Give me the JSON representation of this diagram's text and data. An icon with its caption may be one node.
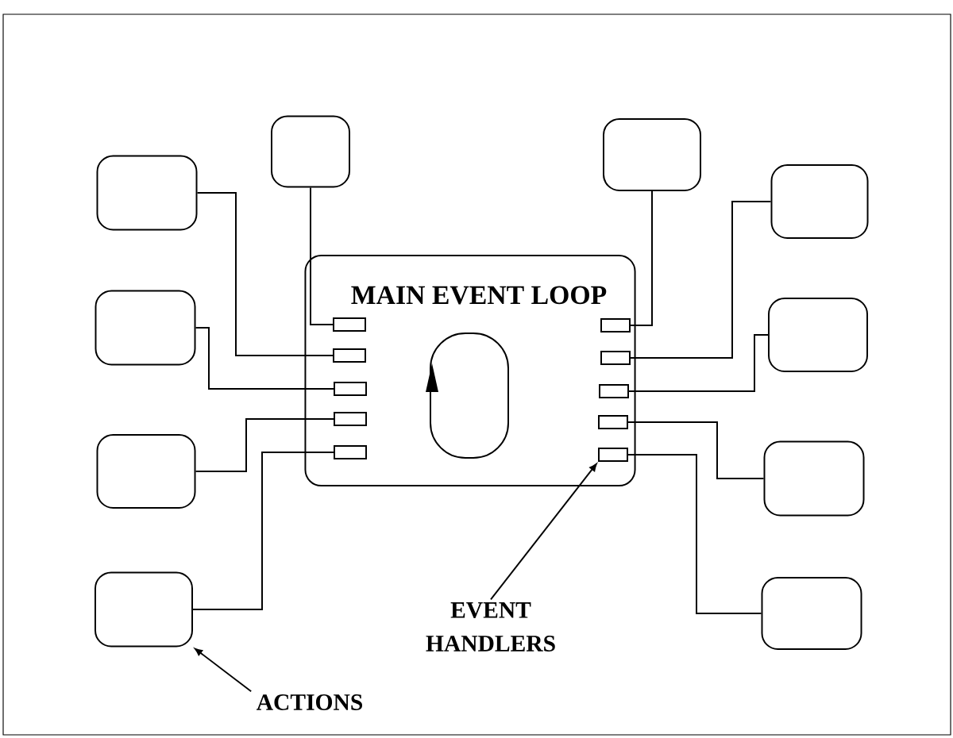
{
  "diagram": {
    "nodes": [
      {
        "text": [
          "MAIN EVENT LOOP"
        ]
      },
      {
        "text": [],
        "shape": "box",
        "in": 0
      },
      {
        "text": [],
        "shape": "box",
        "in": 0
      },
      {
        "text": [],
        "shape": "box",
        "in": 0
      },
      {
        "text": [],
        "shape": "box",
        "in": 0
      },
      {
        "text": [],
        "shape": "box",
        "in": 0
      },
      {
        "text": [],
        "shape": "box",
        "in": 0
      },
      {
        "text": [],
        "shape": "box",
        "in": 0
      },
      {
        "text": [],
        "shape": "box",
        "in": 0
      },
      {
        "text": [],
        "shape": "box",
        "in": 0
      },
      {
        "text": [],
        "shape": "box",
        "in": 0
      },
      {
        "text": [],
        "shape": "box"
      },
      {
        "text": [],
        "shape": "box"
      },
      {
        "text": [],
        "shape": "box"
      },
      {
        "text": [],
        "shape": "box"
      },
      {
        "text": [],
        "shape": "box"
      },
      {
        "text": [],
        "shape": "box"
      },
      {
        "text": [],
        "shape": "box"
      },
      {
        "text": [],
        "shape": "box"
      },
      {
        "text": [],
        "shape": "box"
      },
      {
        "text": [],
        "shape": "box"
      },
      {
        "text": [
          "EVENT HANDLERS"
        ]
      },
      {
        "text": [
          "ACTIONS"
        ]
      }
    ],
    "edges": [
      {
        "from": 12,
        "to": 1,
        "arrow": "none"
      },
      {
        "from": 11,
        "to": 2,
        "arrow": "none"
      },
      {
        "from": 13,
        "to": 3,
        "arrow": "none"
      },
      {
        "from": 14,
        "to": 4,
        "arrow": "none"
      },
      {
        "from": 15,
        "to": 5,
        "arrow": "none"
      },
      {
        "from": 16,
        "to": 6,
        "arrow": "none"
      },
      {
        "from": 17,
        "to": 7,
        "arrow": "none"
      },
      {
        "from": 18,
        "to": 8,
        "arrow": "none"
      },
      {
        "from": 19,
        "to": 9,
        "arrow": "none"
      },
      {
        "from": 20,
        "to": 10,
        "arrow": "none"
      },
      {
        "from": 21,
        "to": 10,
        "arrow": "to"
      },
      {
        "from": 22,
        "to": 15,
        "arrow": "to"
      }
    ]
  }
}
